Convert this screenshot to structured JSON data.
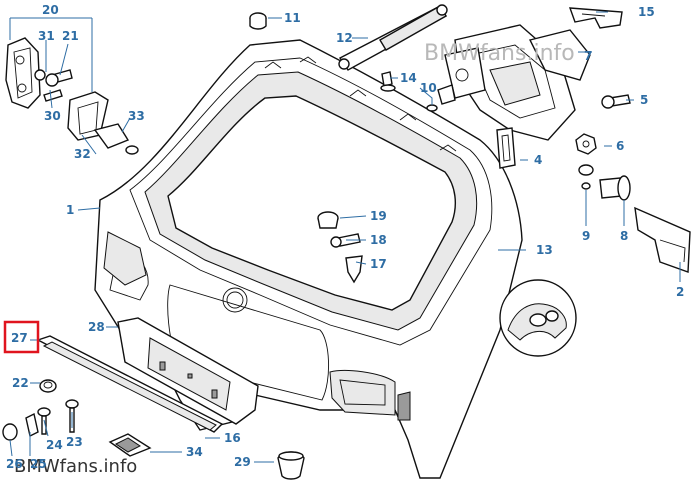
{
  "watermark_top": "BMWfans.info",
  "watermark_bottom": "BMWfans.info",
  "highlighted_label": "27",
  "labels": {
    "l1": "1",
    "l2": "2",
    "l4": "4",
    "l5": "5",
    "l6": "6",
    "l7": "7",
    "l8": "8",
    "l9": "9",
    "l10": "10",
    "l11": "11",
    "l12": "12",
    "l13": "13",
    "l14": "14",
    "l15": "15",
    "l16": "16",
    "l17": "17",
    "l18": "18",
    "l19": "19",
    "l20": "20",
    "l21": "21",
    "l22": "22",
    "l23": "23",
    "l24": "24",
    "l25": "25",
    "l26": "26",
    "l27": "27",
    "l28": "28",
    "l29": "29",
    "l30": "30",
    "l31": "31",
    "l32": "32",
    "l33": "33",
    "l34": "34"
  },
  "colors": {
    "label": "#2e6da4",
    "highlight_box": "#e0141e",
    "line": "#111111"
  }
}
